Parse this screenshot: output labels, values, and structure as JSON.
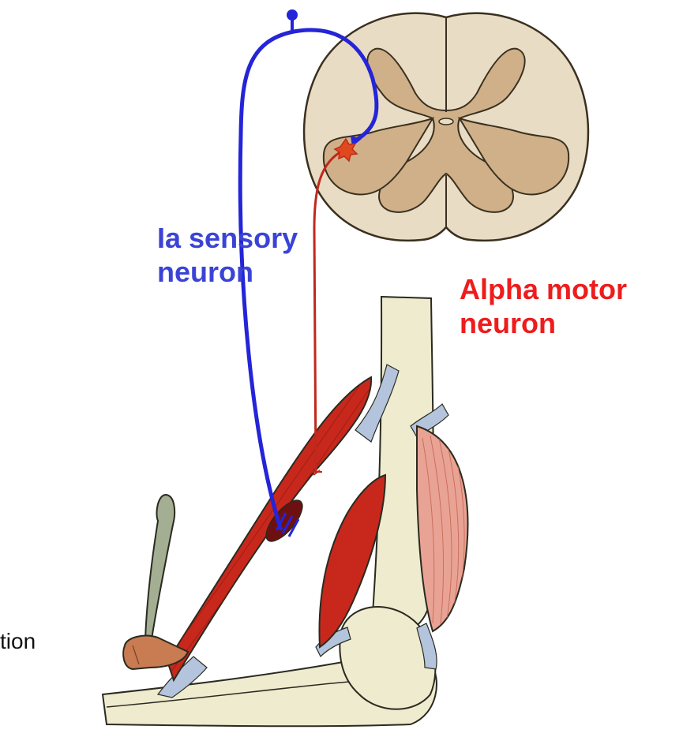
{
  "labels": {
    "sensory_line1": "Ia sensory",
    "sensory_line2": "neuron",
    "motor_line1": "Alpha motor",
    "motor_line2": "neuron",
    "cut_text": "tion"
  },
  "colors": {
    "sensory": "#2424d8",
    "sensory_label": "#3b43d6",
    "motor": "#c0281c",
    "motor_label": "#ee1c1c",
    "white_matter": "#e9dcc4",
    "gray_matter": "#cfb089",
    "outline": "#3a3020",
    "bone": "#eeebcf",
    "biceps": "#c8281c",
    "triceps": "#e9a394",
    "tendon": "#b3c4dc",
    "hammer_handle": "#a3ae93",
    "hammer_head": "#c97b52"
  }
}
